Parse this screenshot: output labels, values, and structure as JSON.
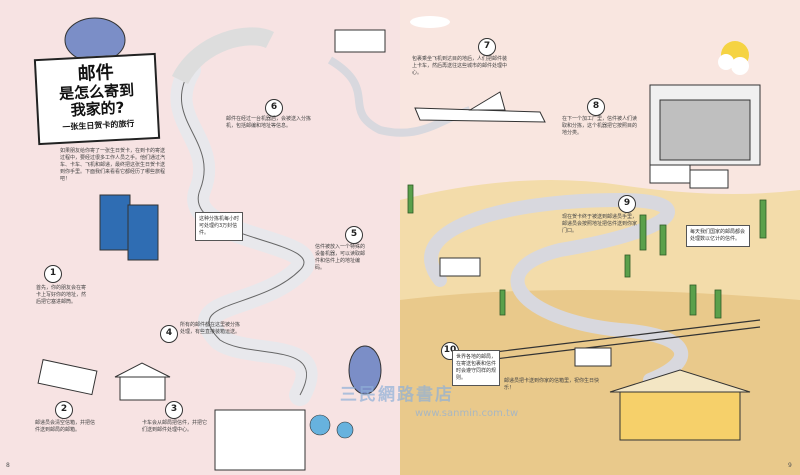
{
  "title": {
    "line1": "邮件",
    "line2": "是怎么寄到",
    "line3": "我家的?",
    "subtitle": "一张生日贺卡的旅行"
  },
  "intro": "如果朋友给你寄了一张生日贺卡，在到卡的寄送过程中，要经过很多工作人员之手。他们通过汽车、卡车、飞机和邮递，最终把这张生日贺卡送到你手里。下面我们来看看它都经历了哪些旅程吧！",
  "steps": [
    {
      "n": "1",
      "text": "首先，你的朋友会在寄卡上写好你的地址，然后把它塞进邮筒。"
    },
    {
      "n": "2",
      "text": "邮递员会清空信箱，并把信件送到邮局的邮箱。"
    },
    {
      "n": "3",
      "text": "卡车会从邮局把信件，并把它们送到邮件处理中心。"
    },
    {
      "n": "4",
      "text": "所有的邮件都在这里被分拣处理，有些直接装箱运送。"
    },
    {
      "n": "5",
      "text": "信件被放入一个特殊的设备机器，可以读取邮件和信件上的地址编码。"
    },
    {
      "n": "6",
      "text": "邮件在经过一台机器后，会被送入分拣机，包括邮编和地址等信息。"
    },
    {
      "n": "7",
      "text": "包裹乘坐飞机到达目的地后，人们把邮件装上卡车，然后再送往这些城市的邮件处理中心。"
    },
    {
      "n": "8",
      "text": "在下一个加工厂里，信件被人们读取和分拣，这个机器把它按照目的地分类。"
    },
    {
      "n": "9",
      "text": "现在贺卡终于被送到邮递员手里，邮递员会按照地址把信件送到你家门口。"
    },
    {
      "n": "10",
      "text": "邮递员把卡送到你家的信箱里，祝你生日快乐！"
    }
  ],
  "callouts": {
    "left": "这种分拣机每小时可处理约3万封信件。",
    "right": "每天我们国家的邮局都会处理数以亿计的信件。",
    "bottom": "世界各地的邮局，在寄送包裹和信件时会遵守同样的规则。"
  },
  "page_numbers": {
    "left": "8",
    "right": "9"
  },
  "watermark": {
    "line1": "三民網路書店",
    "line2": "www.sanmin.com.tw"
  }
}
